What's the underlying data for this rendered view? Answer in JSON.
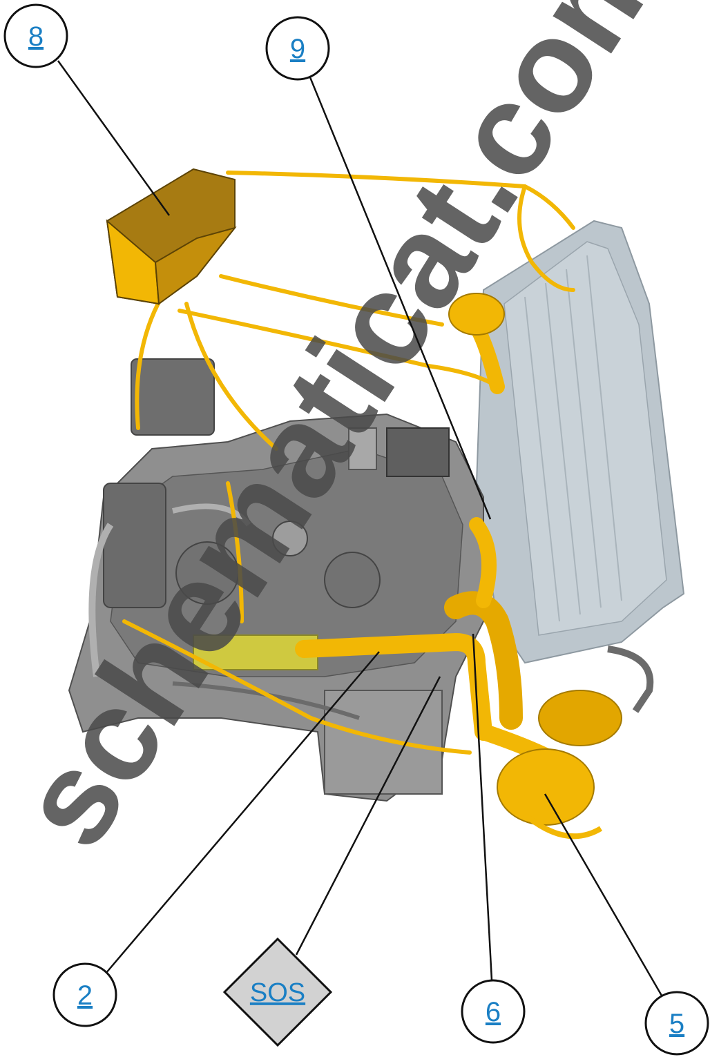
{
  "callouts": {
    "c8": "8",
    "c9": "9",
    "c2": "2",
    "c6": "6",
    "c5": "5"
  },
  "sos": {
    "label": "SOS"
  },
  "watermark": {
    "text": "schematicat.com"
  },
  "colors": {
    "harness": "#f2b705",
    "engine": "#8a8a8a",
    "engine_dark": "#5e5e5e",
    "radiator": "#b8c2c9",
    "link": "#1a7fc4",
    "sos_fill": "#d2d2d2"
  }
}
